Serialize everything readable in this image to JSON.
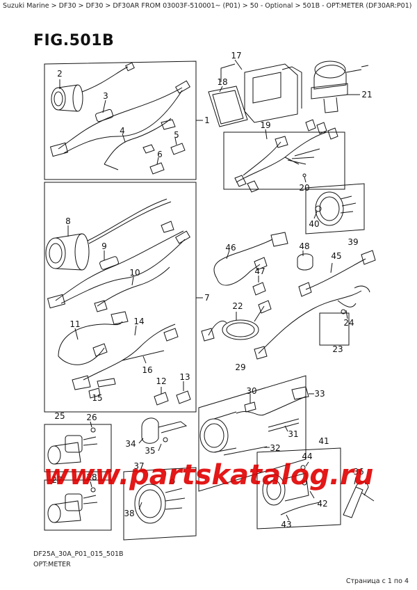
{
  "breadcrumb": "Suzuki Marine > DF30 > DF30 > DF30AR FROM 03003F-510001~ (P01) > 50 - Optional > 501B - OPT:METER (DF30AR:P01)",
  "figure": {
    "title": "FIG.501B"
  },
  "footer": {
    "code": "DF25A_30A_P01_015_501B",
    "caption": "OPT:METER"
  },
  "pagination": "Страница с 1 по 4",
  "watermark": "www.partskatalog.ru",
  "callouts": {
    "c1": "1",
    "c2": "2",
    "c3": "3",
    "c4": "4",
    "c5": "5",
    "c6": "6",
    "c7": "7",
    "c8": "8",
    "c9": "9",
    "c10": "10",
    "c11": "11",
    "c12": "12",
    "c13": "13",
    "c14": "14",
    "c15": "15",
    "c16": "16",
    "c17": "17",
    "c18": "18",
    "c19": "19",
    "c20": "20",
    "c21": "21",
    "c22": "22",
    "c23": "23",
    "c24": "24",
    "c25": "25",
    "c26": "26",
    "c27": "27",
    "c28": "28",
    "c29": "29",
    "c30": "30",
    "c31": "31",
    "c32": "32",
    "c33": "33",
    "c34": "34",
    "c35": "35",
    "c36": "36",
    "c37": "37",
    "c38": "38",
    "c39": "39",
    "c40": "40",
    "c41": "41",
    "c42": "42",
    "c43": "43",
    "c44": "44",
    "c45": "45",
    "c46": "46",
    "c47": "47",
    "c48": "48"
  },
  "colors": {
    "ink": "#111111",
    "watermark": "#e00000"
  }
}
